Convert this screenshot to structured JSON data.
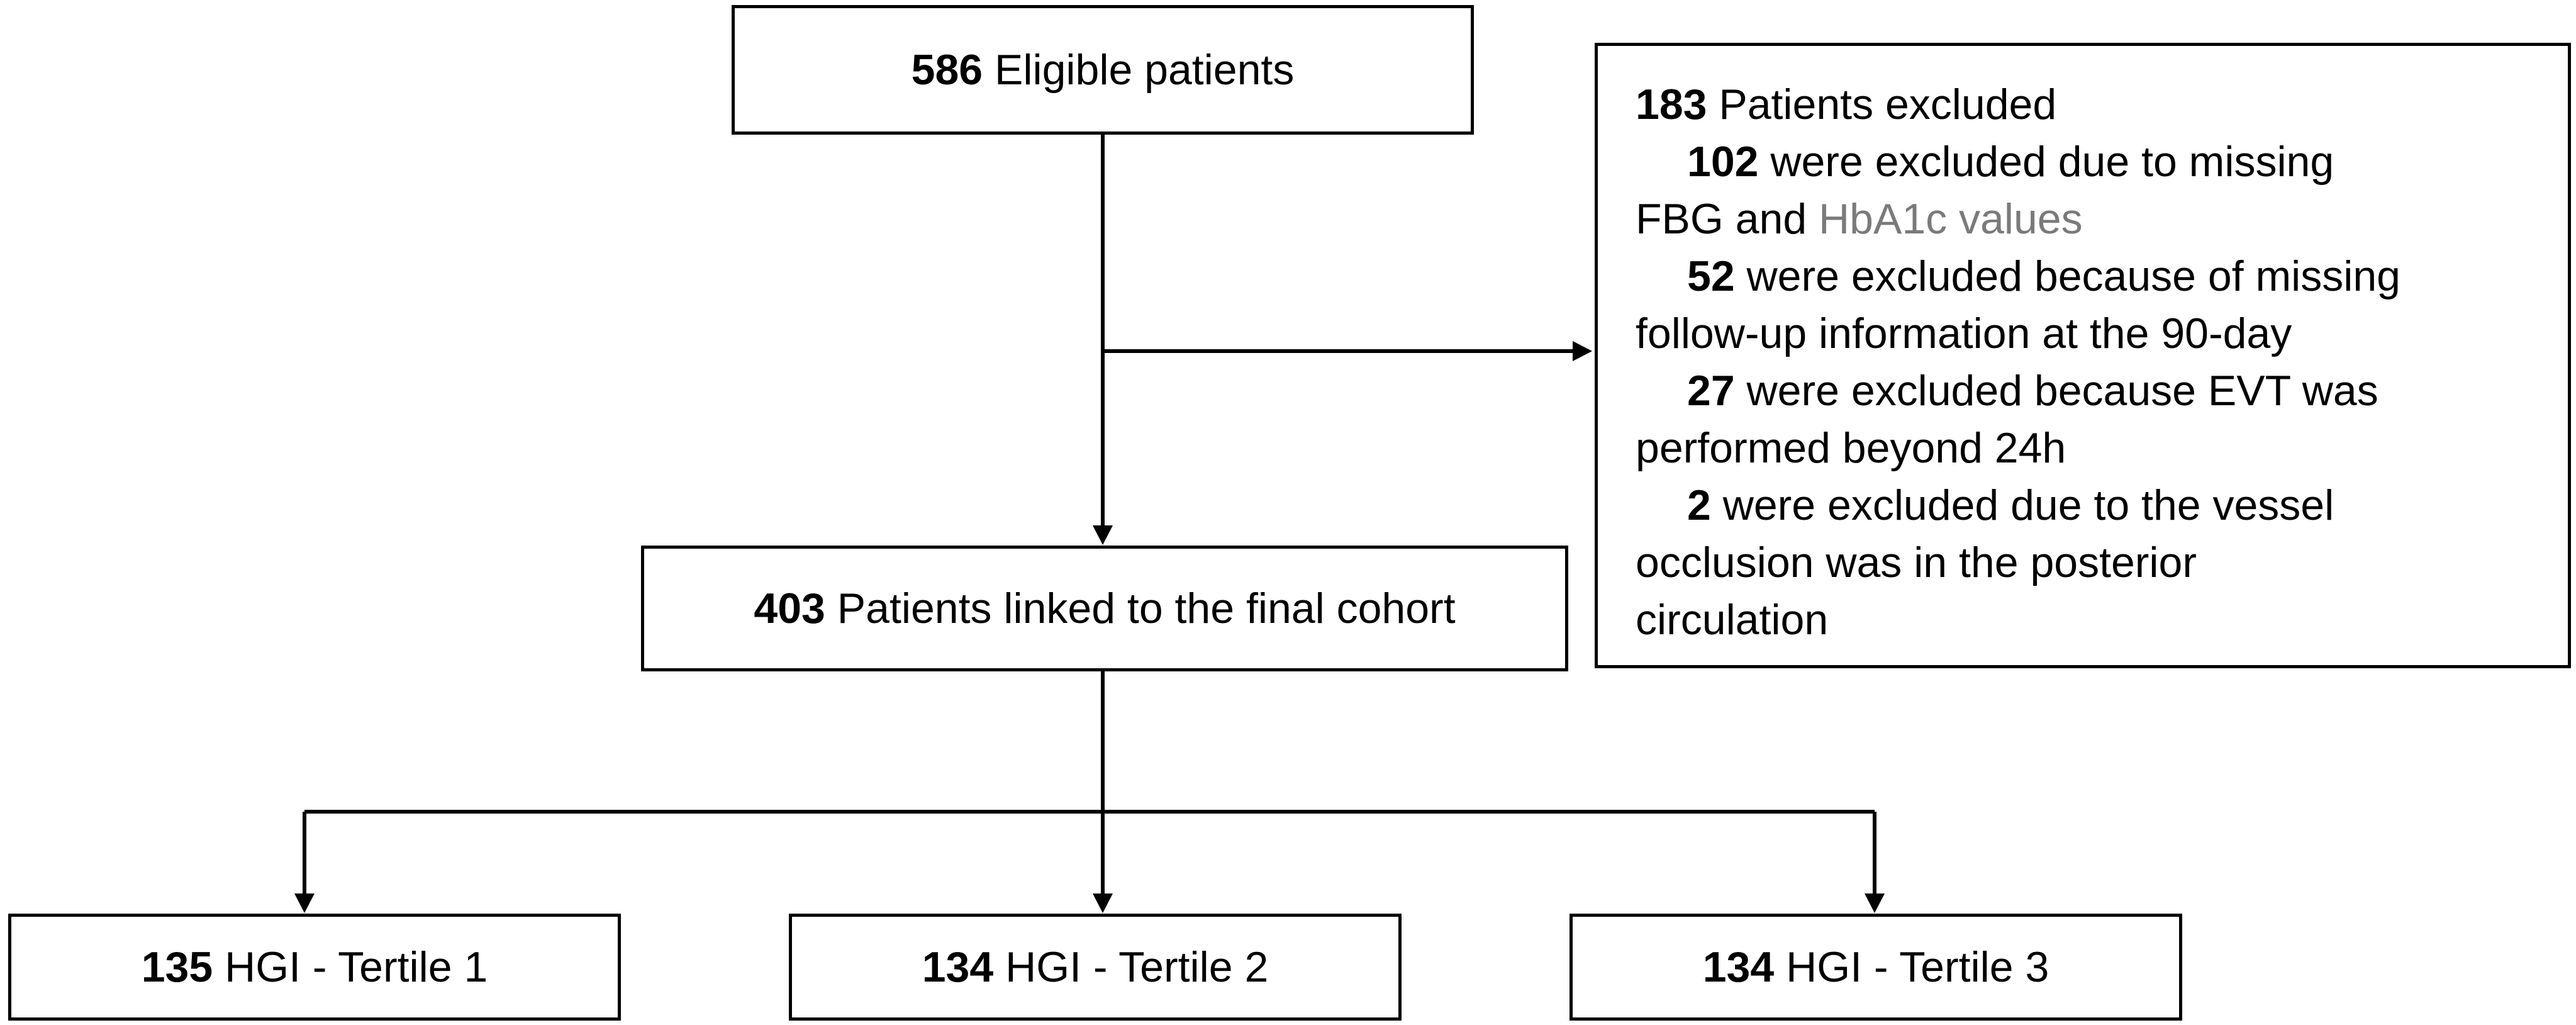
{
  "eligible": {
    "count": "586",
    "label": " Eligible patients"
  },
  "excluded": {
    "header_count": "183",
    "header_label": " Patients excluded",
    "reasons": [
      {
        "count": "102",
        "text_l1": " were excluded due to missing",
        "text_l2": "FBG and ",
        "text_l2_gray": "HbA1c values"
      },
      {
        "count": "52",
        "text_l1": " were excluded because of missing",
        "text_l2": "follow-up information at the 90-day"
      },
      {
        "count": "27",
        "text_l1": " were excluded because EVT was",
        "text_l2": "performed beyond 24h"
      },
      {
        "count": "2",
        "text_l1": " were excluded due to the vessel",
        "text_l2": "occlusion was in the posterior",
        "text_l3": "circulation"
      }
    ]
  },
  "final_cohort": {
    "count": "403",
    "label": " Patients linked to the final cohort"
  },
  "tertiles": [
    {
      "count": "135",
      "label": " HGI - Tertile 1"
    },
    {
      "count": "134",
      "label": " HGI - Tertile 2"
    },
    {
      "count": "134",
      "label": " HGI - Tertile 3"
    }
  ],
  "colors": {
    "line": "#000000",
    "muted_text": "#7a7a7a"
  }
}
